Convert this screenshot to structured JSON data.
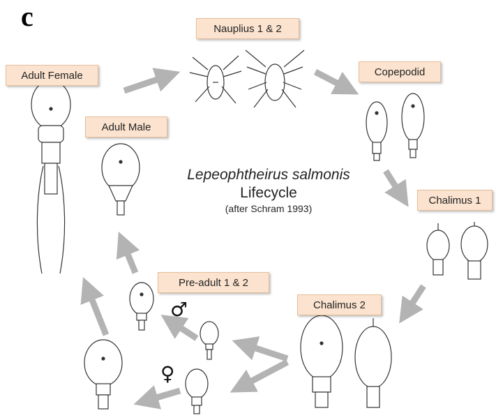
{
  "panel_letter": "c",
  "title": {
    "species": "Lepeophtheirus salmonis",
    "word": "Lifecycle",
    "reference": "(after Schram 1993)"
  },
  "stages": {
    "nauplius": "Nauplius 1 & 2",
    "copepodid": "Copepodid",
    "chalimus1": "Chalimus 1",
    "chalimus2": "Chalimus 2",
    "preadult": "Pre-adult 1 & 2",
    "adult_male": "Adult Male",
    "adult_female": "Adult Female"
  },
  "symbols": {
    "male": "♂",
    "female": "♀"
  },
  "colors": {
    "label_fill": "#fbe3cf",
    "arrow": "#b3b3b3"
  }
}
